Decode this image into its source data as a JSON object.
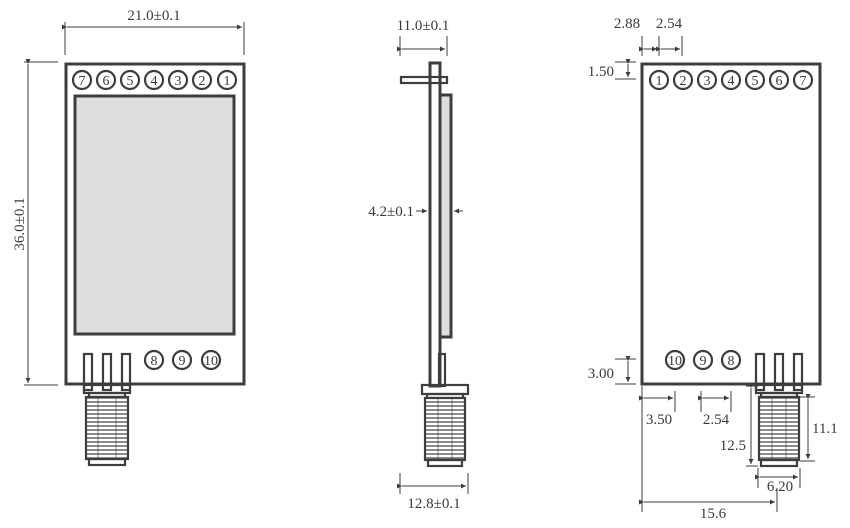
{
  "front_view": {
    "width_label": "21.0±0.1",
    "height_label": "36.0±0.1",
    "top_pins": [
      "7",
      "6",
      "5",
      "4",
      "3",
      "2",
      "1"
    ],
    "bottom_pins": [
      "8",
      "9",
      "10"
    ]
  },
  "side_view": {
    "thickness_label": "11.0±0.1",
    "shield_label": "4.2±0.1",
    "antenna_width_label": "12.8±0.1"
  },
  "back_view": {
    "top_pins": [
      "1",
      "2",
      "3",
      "4",
      "5",
      "6",
      "7"
    ],
    "bottom_pins": [
      "10",
      "9",
      "8"
    ],
    "dims": {
      "pin1_offset": "2.88",
      "pin_pitch_top": "2.54",
      "top_margin": "1.50",
      "bottom_margin": "3.00",
      "pin10_offset": "3.50",
      "pin_pitch_bottom": "2.54",
      "antenna_total_length": "12.5",
      "antenna_thread_length": "11.1",
      "antenna_width": "6.20",
      "antenna_x_offset": "15.6"
    }
  },
  "colors": {
    "outline": "#3d3d3d",
    "shield_fill": "#dedede",
    "text": "#3a3a3a"
  }
}
